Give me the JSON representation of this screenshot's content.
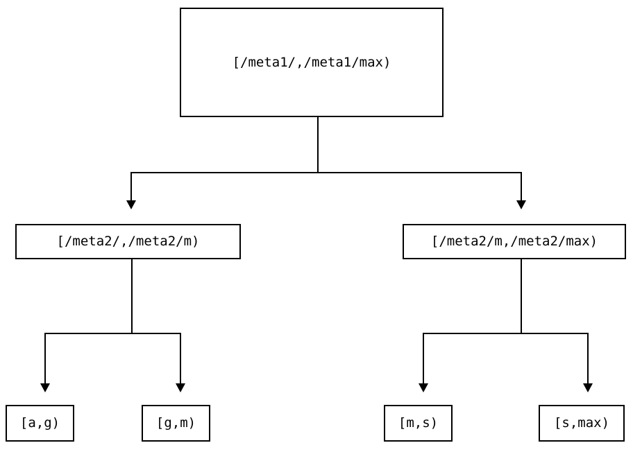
{
  "diagram": {
    "type": "tree",
    "orientation": "top-down",
    "background_color": "#ffffff",
    "line_color": "#000000",
    "text_color": "#000000",
    "nodes": {
      "root": {
        "label": "[/meta1/,/meta1/max)"
      },
      "mid_left": {
        "label": "[/meta2/,/meta2/m)"
      },
      "mid_right": {
        "label": "[/meta2/m,/meta2/max)"
      },
      "leaf_1": {
        "label": "[a,g)"
      },
      "leaf_2": {
        "label": "[g,m)"
      },
      "leaf_3": {
        "label": "[m,s)"
      },
      "leaf_4": {
        "label": "[s,max)"
      }
    },
    "edges": [
      {
        "from": "root",
        "to": "mid_left"
      },
      {
        "from": "root",
        "to": "mid_right"
      },
      {
        "from": "mid_left",
        "to": "leaf_1"
      },
      {
        "from": "mid_left",
        "to": "leaf_2"
      },
      {
        "from": "mid_right",
        "to": "leaf_3"
      },
      {
        "from": "mid_right",
        "to": "leaf_4"
      }
    ]
  }
}
